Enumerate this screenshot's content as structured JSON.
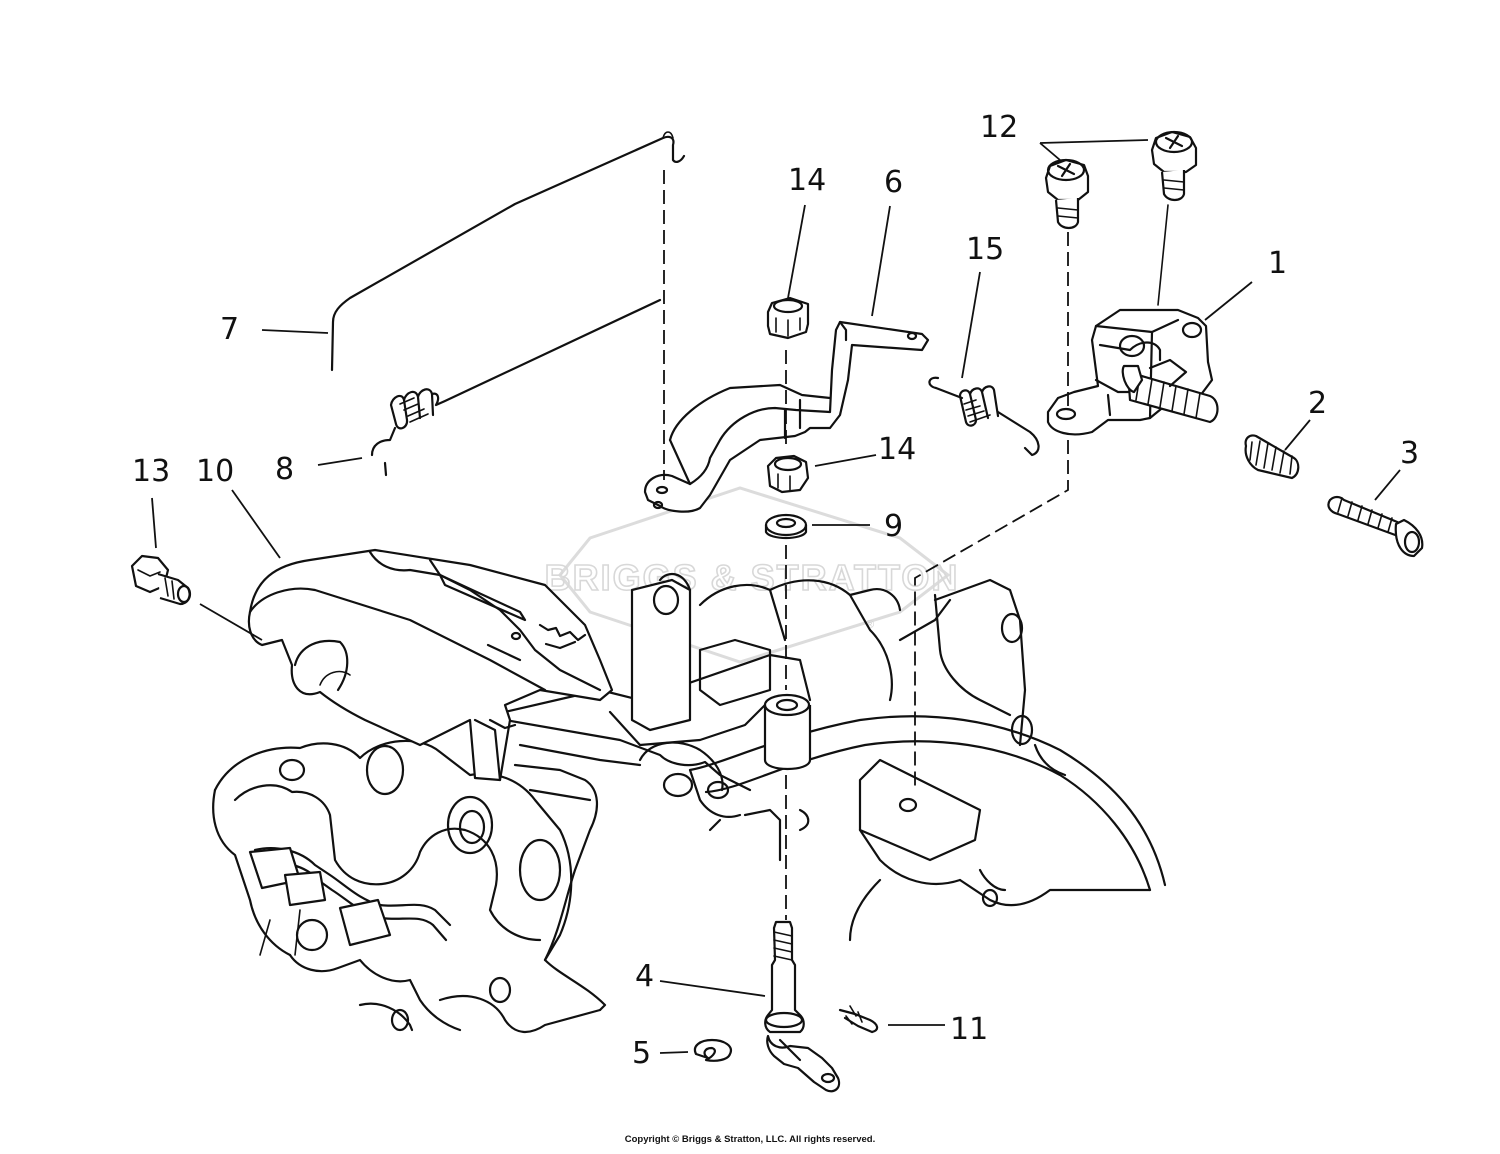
{
  "diagram": {
    "watermark": "BRIGGS & STRATTON",
    "watermark_mark": "®",
    "callouts": {
      "c1": "1",
      "c2": "2",
      "c3": "3",
      "c4": "4",
      "c5": "5",
      "c6": "6",
      "c7": "7",
      "c8": "8",
      "c9": "9",
      "c10": "10",
      "c11": "11",
      "c12": "12",
      "c13": "13",
      "c14a": "14",
      "c14b": "14",
      "c15": "15"
    }
  },
  "footer": {
    "copyright": "Copyright © Briggs & Stratton, LLC. All rights reserved."
  }
}
